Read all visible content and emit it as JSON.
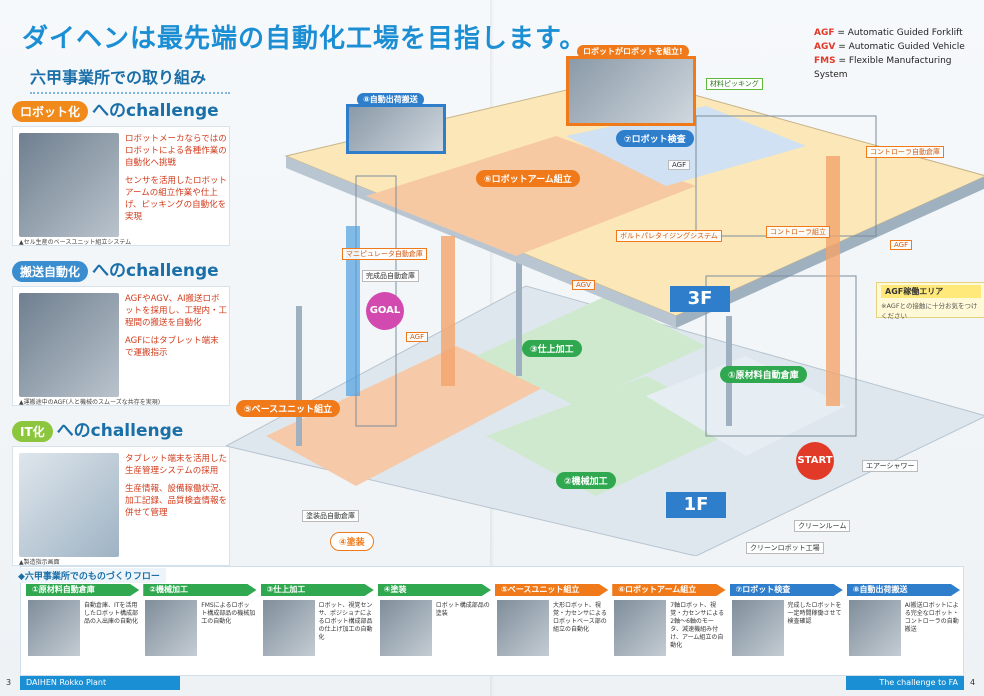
{
  "header": {
    "headline": "ダイヘンは最先端の自動化工場を目指します。",
    "legend": [
      {
        "key": "AGF",
        "value": " = Automatic Guided Forklift"
      },
      {
        "key": "AGV",
        "value": " = Automatic Guided Vehicle"
      },
      {
        "key": "FMS",
        "value": " = Flexible Manufacturing System"
      }
    ]
  },
  "left": {
    "subheading": "六甲事業所での取り組み",
    "challenges": [
      {
        "tag": "ロボット化",
        "title": "へのchallenge",
        "caption": "▲セル生産のベースユニット組立システム",
        "texts": [
          "ロボットメーカならではのロボットによる各種作業の自動化へ挑戦",
          "センサを活用したロボットアームの組立作業や仕上げ、ピッキングの自動化を実現"
        ]
      },
      {
        "tag": "搬送自動化",
        "title": "へのchallenge",
        "caption": "▲運搬途中のAGF(人と機械のスムーズな共存を実現)",
        "texts": [
          "AGFやAGV、AI搬送ロボットを採用し、工程内・工程間の搬送を自動化",
          "AGFにはタブレット端末で運搬指示"
        ]
      },
      {
        "tag": "IT化",
        "title": "へのchallenge",
        "caption": "▲製造指示画面",
        "texts": [
          "タブレット端末を活用した生産管理システムの採用",
          "生産情報、設備稼働状況、加工記録、品質検査情報を併せて管理"
        ]
      }
    ]
  },
  "diagram": {
    "labels": {
      "robot_assembly_inset": "ロボットがロボットを組立!",
      "auto_ship": "⑧自動出荷搬送",
      "robot_inspect": "⑦ロボット検査",
      "robot_arm_assy": "⑥ロボットアーム組立",
      "base_unit_assy": "⑤ベースユニット組立",
      "finishing": "③仕上加工",
      "raw_material": "①原材料自動倉庫",
      "machining": "②機械加工",
      "painting": "④塗装",
      "goal": "GOAL",
      "start": "START",
      "floor_3f": "3F",
      "floor_1f": "1F",
      "agv_area_title": "AGF稼働エリア",
      "agv_area_note": "※AGFとの接触に十分お気をつけください"
    },
    "small_labels": {
      "material_picking": "材料ピッキング",
      "controller_warehouse": "コントローラ自動倉庫",
      "controller_assy": "コントローラ組立",
      "bolt_tightening": "ボルトパレタイジングシステム",
      "manipulator_warehouse": "マニピュレータ自動倉庫",
      "finished_warehouse": "完成品自動倉庫",
      "painted_warehouse": "塗装品自動倉庫",
      "agf_1": "AGF",
      "agf_2": "AGF",
      "agf_3": "AGF",
      "agv": "AGV",
      "clean_room": "クリーンルーム",
      "air_shower": "エアーシャワー",
      "clean_robot_factory": "クリーンロボット工場"
    }
  },
  "flow": {
    "title": "◆六甲事業所でのものづくりフロー",
    "steps": [
      {
        "label": "①原材料自動倉庫",
        "color": "#2fa84f",
        "desc": "自動倉庫、ITを活用したロボット構成部品の入出庫の自動化"
      },
      {
        "label": "②機械加工",
        "color": "#2fa84f",
        "desc": "FMSによるロボット構成部品の機械加工の自動化"
      },
      {
        "label": "③仕上加工",
        "color": "#2fa84f",
        "desc": "ロボット、視覚センサ、ポジショナによるロボット構成部品の仕上げ加工の自動化"
      },
      {
        "label": "④塗装",
        "color": "#2fa84f",
        "desc": "ロボット構成部品の塗装"
      },
      {
        "label": "⑤ベースユニット組立",
        "color": "#f07a1a",
        "desc": "大形ロボット、視覚・力センサによるロボットベース部の組立の自動化"
      },
      {
        "label": "⑥ロボットアーム組立",
        "color": "#f07a1a",
        "desc": "7軸ロボット、視覚・力センサによる2軸～6軸のモータ、減速機組み付け、アーム組立の自動化"
      },
      {
        "label": "⑦ロボット検査",
        "color": "#2f7ecb",
        "desc": "完成したロボットを一定時間稼働させて検査確認"
      },
      {
        "label": "⑧自動出荷搬送",
        "color": "#2f7ecb",
        "desc": "AI搬送ロボットによる完全なロボット・コントローラの自動搬送"
      }
    ]
  },
  "footer": {
    "left_page_num": "3",
    "left_title": "DAIHEN Rokko Plant",
    "right_title": "The challenge to FA",
    "right_page_num": "4"
  }
}
